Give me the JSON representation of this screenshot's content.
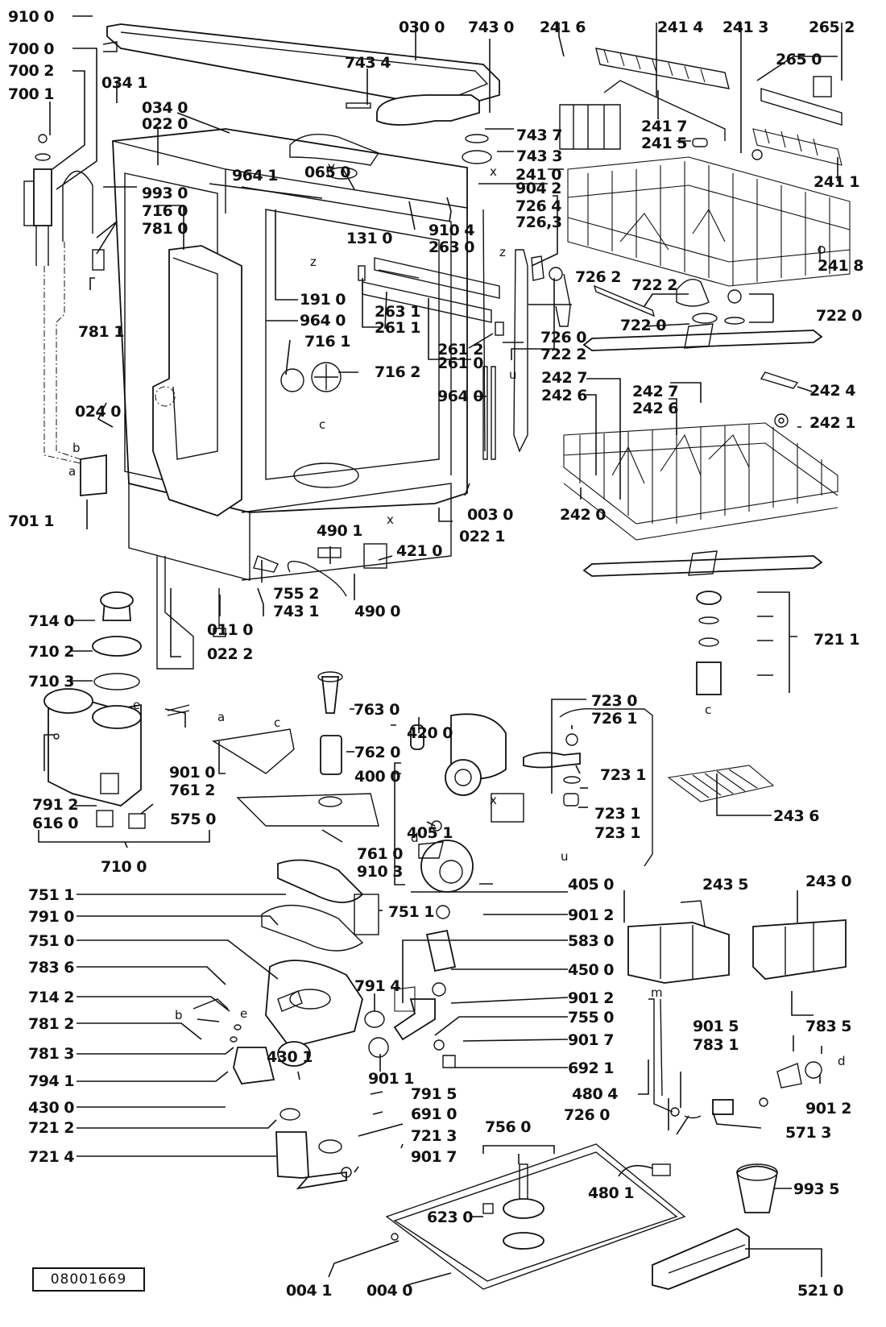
{
  "diagram": {
    "title": "Dishwasher exploded parts diagram",
    "drawing_number": "08001669",
    "labels": [
      {
        "id": "910-0",
        "text": "910 0"
      },
      {
        "id": "700-0",
        "text": "700 0"
      },
      {
        "id": "700-2",
        "text": "700 2"
      },
      {
        "id": "700-1",
        "text": "700 1"
      },
      {
        "id": "034-1",
        "text": "034 1"
      },
      {
        "id": "034-0",
        "text": "034 0"
      },
      {
        "id": "022-0",
        "text": "022 0"
      },
      {
        "id": "030-0",
        "text": "030 0"
      },
      {
        "id": "743-0",
        "text": "743 0"
      },
      {
        "id": "743-4",
        "text": "743 4"
      },
      {
        "id": "743-7",
        "text": "743 7"
      },
      {
        "id": "743-3",
        "text": "743 3"
      },
      {
        "id": "241-6",
        "text": "241 6"
      },
      {
        "id": "241-4",
        "text": "241 4"
      },
      {
        "id": "241-3",
        "text": "241 3"
      },
      {
        "id": "265-2",
        "text": "265 2"
      },
      {
        "id": "265-0",
        "text": "265 0"
      },
      {
        "id": "241-7",
        "text": "241 7"
      },
      {
        "id": "241-5",
        "text": "241 5"
      },
      {
        "id": "241-1",
        "text": "241 1"
      },
      {
        "id": "241-0",
        "text": "241 0"
      },
      {
        "id": "904-2",
        "text": "904 2"
      },
      {
        "id": "726-4",
        "text": "726 4"
      },
      {
        "id": "726-3",
        "text": "726,3"
      },
      {
        "id": "910-4",
        "text": "910 4"
      },
      {
        "id": "263-0",
        "text": "263 0"
      },
      {
        "id": "131-0",
        "text": "131 0"
      },
      {
        "id": "964-1",
        "text": "964 1"
      },
      {
        "id": "065-0",
        "text": "065 0"
      },
      {
        "id": "993-0",
        "text": "993 0"
      },
      {
        "id": "716-0",
        "text": "716 0"
      },
      {
        "id": "781-0",
        "text": "781 0"
      },
      {
        "id": "781-1",
        "text": "781 1"
      },
      {
        "id": "191-0",
        "text": "191 0"
      },
      {
        "id": "964-0a",
        "text": "964 0"
      },
      {
        "id": "716-1",
        "text": "716 1"
      },
      {
        "id": "716-2",
        "text": "716 2"
      },
      {
        "id": "263-1",
        "text": "263 1"
      },
      {
        "id": "261-1",
        "text": "261 1"
      },
      {
        "id": "261-2",
        "text": "261 2"
      },
      {
        "id": "261-0",
        "text": "261 0"
      },
      {
        "id": "726-0a",
        "text": "726 0"
      },
      {
        "id": "722-2a",
        "text": "722 2"
      },
      {
        "id": "964-0b",
        "text": "964 0"
      },
      {
        "id": "726-2",
        "text": "726 2"
      },
      {
        "id": "722-2b",
        "text": "722 2"
      },
      {
        "id": "722-0a",
        "text": "722 0"
      },
      {
        "id": "722-0b",
        "text": "722 0"
      },
      {
        "id": "241-8",
        "text": "241 8"
      },
      {
        "id": "242-7a",
        "text": "242 7"
      },
      {
        "id": "242-6a",
        "text": "242 6"
      },
      {
        "id": "242-7b",
        "text": "242 7"
      },
      {
        "id": "242-6b",
        "text": "242 6"
      },
      {
        "id": "242-4",
        "text": "242 4"
      },
      {
        "id": "242-1",
        "text": "242 1"
      },
      {
        "id": "242-0",
        "text": "242 0"
      },
      {
        "id": "024-0",
        "text": "024 0"
      },
      {
        "id": "701-1",
        "text": "701 1"
      },
      {
        "id": "003-0",
        "text": "003 0"
      },
      {
        "id": "022-1",
        "text": "022 1"
      },
      {
        "id": "490-1",
        "text": "490 1"
      },
      {
        "id": "421-0",
        "text": "421 0"
      },
      {
        "id": "490-0",
        "text": "490 0"
      },
      {
        "id": "755-2",
        "text": "755 2"
      },
      {
        "id": "743-1",
        "text": "743 1"
      },
      {
        "id": "011-0",
        "text": "011 0"
      },
      {
        "id": "022-2",
        "text": "022 2"
      },
      {
        "id": "714-0",
        "text": "714 0"
      },
      {
        "id": "710-2",
        "text": "710 2"
      },
      {
        "id": "710-3",
        "text": "710 3"
      },
      {
        "id": "721-1",
        "text": "721 1"
      },
      {
        "id": "763-0",
        "text": "763 0"
      },
      {
        "id": "762-0",
        "text": "762 0"
      },
      {
        "id": "420-0",
        "text": "420 0"
      },
      {
        "id": "400-0",
        "text": "400 0"
      },
      {
        "id": "723-0",
        "text": "723 0"
      },
      {
        "id": "726-1",
        "text": "726 1"
      },
      {
        "id": "723-1a",
        "text": "723 1"
      },
      {
        "id": "723-1b",
        "text": "723 1"
      },
      {
        "id": "723-1c",
        "text": "723 1"
      },
      {
        "id": "243-6",
        "text": "243 6"
      },
      {
        "id": "901-0",
        "text": "901 0"
      },
      {
        "id": "761-2",
        "text": "761 2"
      },
      {
        "id": "791-2",
        "text": "791 2"
      },
      {
        "id": "616-0",
        "text": "616 0"
      },
      {
        "id": "575-0",
        "text": "575 0"
      },
      {
        "id": "710-0",
        "text": "710 0"
      },
      {
        "id": "761-0",
        "text": "761 0"
      },
      {
        "id": "910-3",
        "text": "910 3"
      },
      {
        "id": "405-1",
        "text": "405 1"
      },
      {
        "id": "405-0",
        "text": "405 0"
      },
      {
        "id": "751-1a",
        "text": "751 1"
      },
      {
        "id": "751-1b",
        "text": "751 1"
      },
      {
        "id": "791-0",
        "text": "791 0"
      },
      {
        "id": "751-0",
        "text": "751 0"
      },
      {
        "id": "783-6",
        "text": "783 6"
      },
      {
        "id": "714-2",
        "text": "714 2"
      },
      {
        "id": "781-2",
        "text": "781 2"
      },
      {
        "id": "781-3",
        "text": "781 3"
      },
      {
        "id": "794-1",
        "text": "794 1"
      },
      {
        "id": "430-0",
        "text": "430 0"
      },
      {
        "id": "430-1",
        "text": "430 1"
      },
      {
        "id": "721-2",
        "text": "721 2"
      },
      {
        "id": "721-4",
        "text": "721 4"
      },
      {
        "id": "901-2a",
        "text": "901 2"
      },
      {
        "id": "583-0",
        "text": "583 0"
      },
      {
        "id": "450-0",
        "text": "450 0"
      },
      {
        "id": "901-2b",
        "text": "901 2"
      },
      {
        "id": "755-0",
        "text": "755 0"
      },
      {
        "id": "901-7a",
        "text": "901 7"
      },
      {
        "id": "692-1",
        "text": "692 1"
      },
      {
        "id": "791-4",
        "text": "791 4"
      },
      {
        "id": "901-1",
        "text": "901 1"
      },
      {
        "id": "480-4",
        "text": "480 4"
      },
      {
        "id": "791-5",
        "text": "791 5"
      },
      {
        "id": "691-0",
        "text": "691 0"
      },
      {
        "id": "721-3",
        "text": "721 3"
      },
      {
        "id": "901-7b",
        "text": "901 7"
      },
      {
        "id": "756-0",
        "text": "756 0"
      },
      {
        "id": "623-0",
        "text": "623 0"
      },
      {
        "id": "480-1",
        "text": "480 1"
      },
      {
        "id": "243-5",
        "text": "243 5"
      },
      {
        "id": "243-0",
        "text": "243 0"
      },
      {
        "id": "901-5",
        "text": "901 5"
      },
      {
        "id": "783-1",
        "text": "783 1"
      },
      {
        "id": "783-5",
        "text": "783 5"
      },
      {
        "id": "901-2c",
        "text": "901 2"
      },
      {
        "id": "726-0b",
        "text": "726 0"
      },
      {
        "id": "571-3",
        "text": "571 3"
      },
      {
        "id": "993-5",
        "text": "993 5"
      },
      {
        "id": "521-0",
        "text": "521 0"
      },
      {
        "id": "004-1",
        "text": "004 1"
      },
      {
        "id": "004-0",
        "text": "004 0"
      }
    ],
    "connection_markers": [
      "a",
      "b",
      "c",
      "d",
      "e",
      "m",
      "u",
      "v",
      "x",
      "z"
    ]
  }
}
